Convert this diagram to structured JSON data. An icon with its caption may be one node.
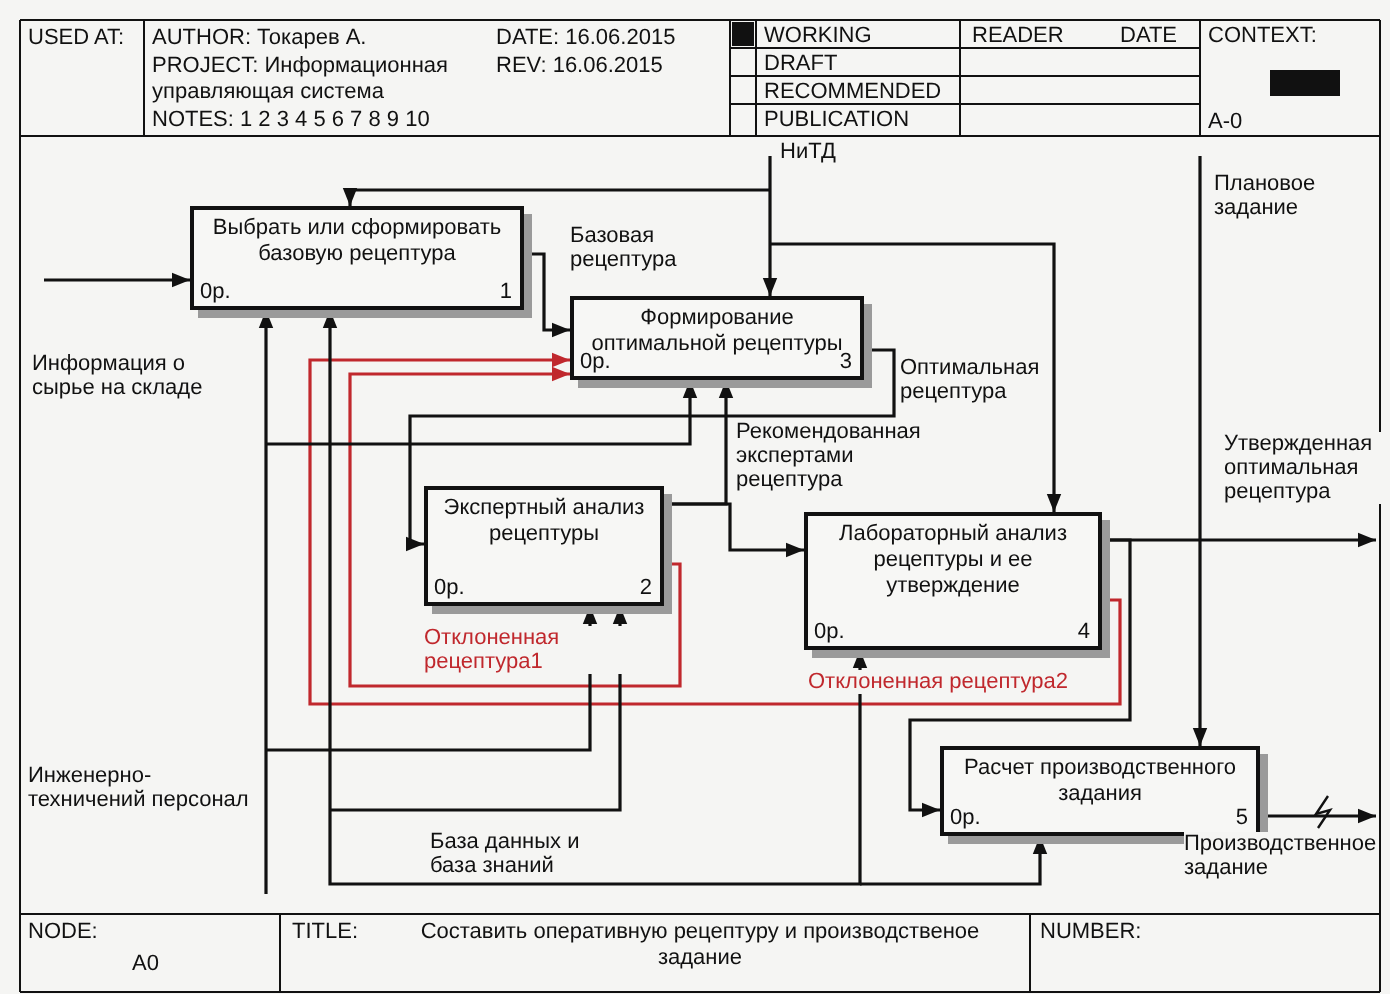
{
  "diagram": {
    "title": "Составить оперативную рецептуру  и производственое задание",
    "nodes": [
      {
        "text": [
          "Выбрать или сформировать базовую рецептура",
          "0р.",
          "1"
        ]
      },
      {
        "text": [
          "Формирование оптимальной рецептуры",
          "0р.",
          "3"
        ]
      },
      {
        "text": [
          "Экспертный анализ рецептуры",
          "0р.",
          "2"
        ]
      },
      {
        "text": [
          "Лабораторный анализ рецептуры и ее утверждение",
          "0р.",
          "4"
        ]
      },
      {
        "text": [
          "Расчет производственного задания",
          "0р.",
          "5"
        ]
      }
    ],
    "edges": [
      {
        "from": null,
        "to": 0,
        "arrow": "to",
        "label": "Информация о сырье на складе"
      },
      {
        "from": 0,
        "to": 1,
        "arrow": "to",
        "label": "Базовая рецептура"
      },
      {
        "from": null,
        "to": 1,
        "arrow": "to",
        "label": "НиТД"
      },
      {
        "from": null,
        "to": 0,
        "arrow": "to"
      },
      {
        "from": null,
        "to": 3,
        "arrow": "to"
      },
      {
        "from": 1,
        "to": 2,
        "arrow": "to",
        "label": "Оптимальная рецептура"
      },
      {
        "from": 2,
        "to": 3,
        "arrow": "to",
        "label": "Рекомендованная экспертами рецептура"
      },
      {
        "from": 2,
        "to": 1,
        "arrow": "to"
      },
      {
        "from": 2,
        "to": 1,
        "arrow": "to",
        "label": "Отклоненная рецептура1",
        "color": "#c0282d"
      },
      {
        "from": 3,
        "to": 1,
        "arrow": "to",
        "label": "Отклоненная рецептура2",
        "color": "#c0282d"
      },
      {
        "from": 3,
        "to": null,
        "arrow": "to",
        "label": "Утвержденная оптимальная рецептура"
      },
      {
        "from": 3,
        "to": 4,
        "arrow": "to"
      },
      {
        "from": null,
        "to": 4,
        "arrow": "to",
        "label": "Плановое задание"
      },
      {
        "from": 4,
        "to": null,
        "arrow": "to",
        "label": "Производственное задание"
      },
      {
        "from": null,
        "to": 0,
        "arrow": "to",
        "label": "Инженерно-техничений персонал"
      },
      {
        "from": null,
        "to": 2,
        "arrow": "to"
      },
      {
        "from": null,
        "to": 1,
        "arrow": "to"
      },
      {
        "from": null,
        "to": 0,
        "arrow": "to",
        "label": "База данных и база знаний"
      },
      {
        "from": null,
        "to": 2,
        "arrow": "to"
      },
      {
        "from": null,
        "to": 3,
        "arrow": "to"
      },
      {
        "from": null,
        "to": 4,
        "arrow": "to"
      }
    ],
    "labels": [
      "USED AT:",
      "AUTHOR: Токарев А.",
      "DATE: 16.06.2015",
      "PROJECT: Информационная управляющая система",
      "REV: 16.06.2015",
      "NOTES: 1 2 3 4 5 6 7 8 9 10",
      "WORKING",
      "DRAFT",
      "RECOMMENDED",
      "PUBLICATION",
      "READER",
      "DATE",
      "CONTEXT:",
      "A-0",
      "NODE:",
      "A0",
      "TITLE:",
      "NUMBER:"
    ]
  }
}
